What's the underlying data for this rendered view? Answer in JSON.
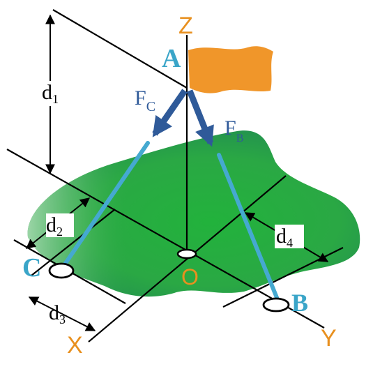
{
  "labels": {
    "axis_z": "Z",
    "axis_x": "X",
    "axis_y": "Y",
    "origin": "O",
    "point_a": "A",
    "point_b": "B",
    "point_c": "C",
    "force_c": {
      "main": "F",
      "sub": "C"
    },
    "force_b": {
      "main": "F",
      "sub": "B"
    },
    "dim_1": {
      "main": "d",
      "sub": "1"
    },
    "dim_2": {
      "main": "d",
      "sub": "2"
    },
    "dim_3": {
      "main": "d",
      "sub": "3"
    },
    "dim_4": {
      "main": "d",
      "sub": "4"
    }
  },
  "colors": {
    "axis_label": "#e8901f",
    "point_label": "#3aa5c8",
    "force_label": "#2f5a99",
    "force_arrow": "#2f5a99",
    "cable": "#45a9d0",
    "flag": "#f0962a",
    "ground_dark": "#1f8a3a",
    "ground_mid": "#2fb446",
    "ground_light": "#8fd39a",
    "line": "#000000"
  }
}
